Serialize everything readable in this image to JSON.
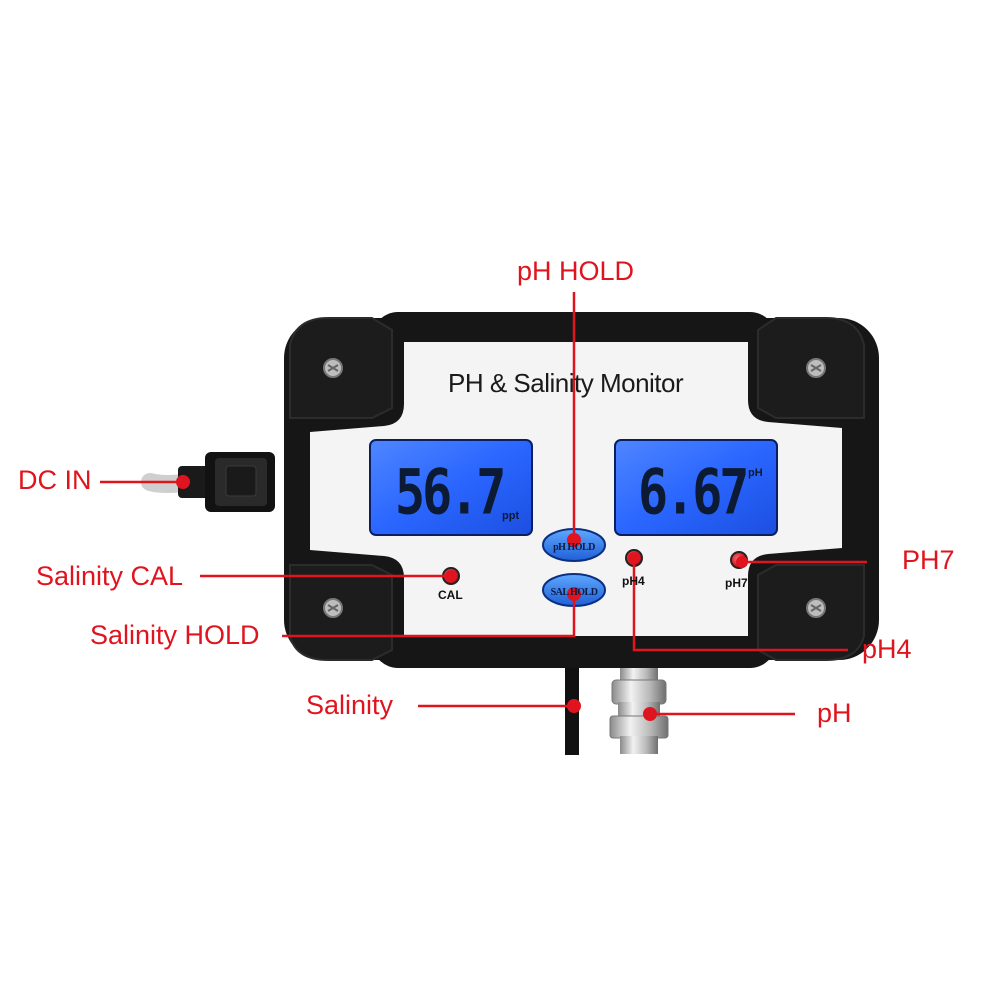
{
  "device": {
    "title": "PH & Salinity Monitor",
    "salinity_display": {
      "value": "56.7",
      "unit": "ppt"
    },
    "ph_display": {
      "value": "6.67",
      "unit": "pH"
    },
    "buttons": {
      "ph_hold": "pH HOLD",
      "sal_hold": "SAL HOLD"
    },
    "leds": {
      "cal": "CAL",
      "ph4": "pH4",
      "ph7": "pH7"
    }
  },
  "callouts": {
    "ph_hold": "pH HOLD",
    "dc_in": "DC IN",
    "salinity_cal": "Salinity CAL",
    "salinity_hold": "Salinity HOLD",
    "salinity": "Salinity",
    "ph7": "PH7",
    "ph4": "pH4",
    "ph": "pH"
  },
  "colors": {
    "callout": "#e0141e",
    "lcd_backlight": "#1e5cff",
    "housing": "#151515",
    "faceplate": "#f4f4f4",
    "led": "#e3101a"
  },
  "icons": [
    "screw-icon",
    "dc-plug-icon",
    "bnc-connector-icon",
    "probe-cable-icon",
    "led-indicator-icon"
  ]
}
